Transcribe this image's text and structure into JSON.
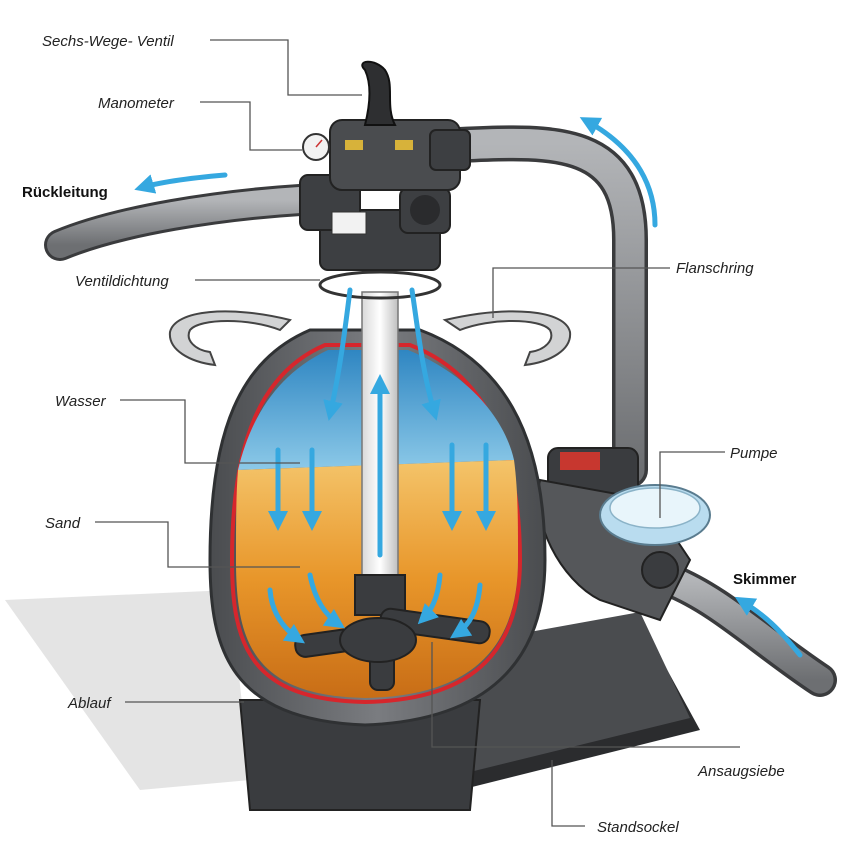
{
  "labels": {
    "six_way_valve": "Sechs-Wege- Ventil",
    "manometer": "Manometer",
    "return_line": "Rückleitung",
    "valve_seal": "Ventildichtung",
    "flange_ring": "Flanschring",
    "water": "Wasser",
    "sand": "Sand",
    "pump": "Pumpe",
    "skimmer": "Skimmer",
    "drain": "Ablauf",
    "suction_strainers": "Ansaugsiebe",
    "base_stand": "Standsockel"
  },
  "colors": {
    "tank_body": "#5b5d60",
    "tank_outline": "#2f3133",
    "inner_liner": "#d6262c",
    "water": "#4f9fd0",
    "sand": "#e89a2c",
    "flow_arrow": "#35a8e0",
    "hose": "#8d8f92",
    "base": "#3c3e41"
  },
  "icons": {
    "flow": "flow-arrow-icon",
    "gauge": "pressure-gauge-icon"
  }
}
